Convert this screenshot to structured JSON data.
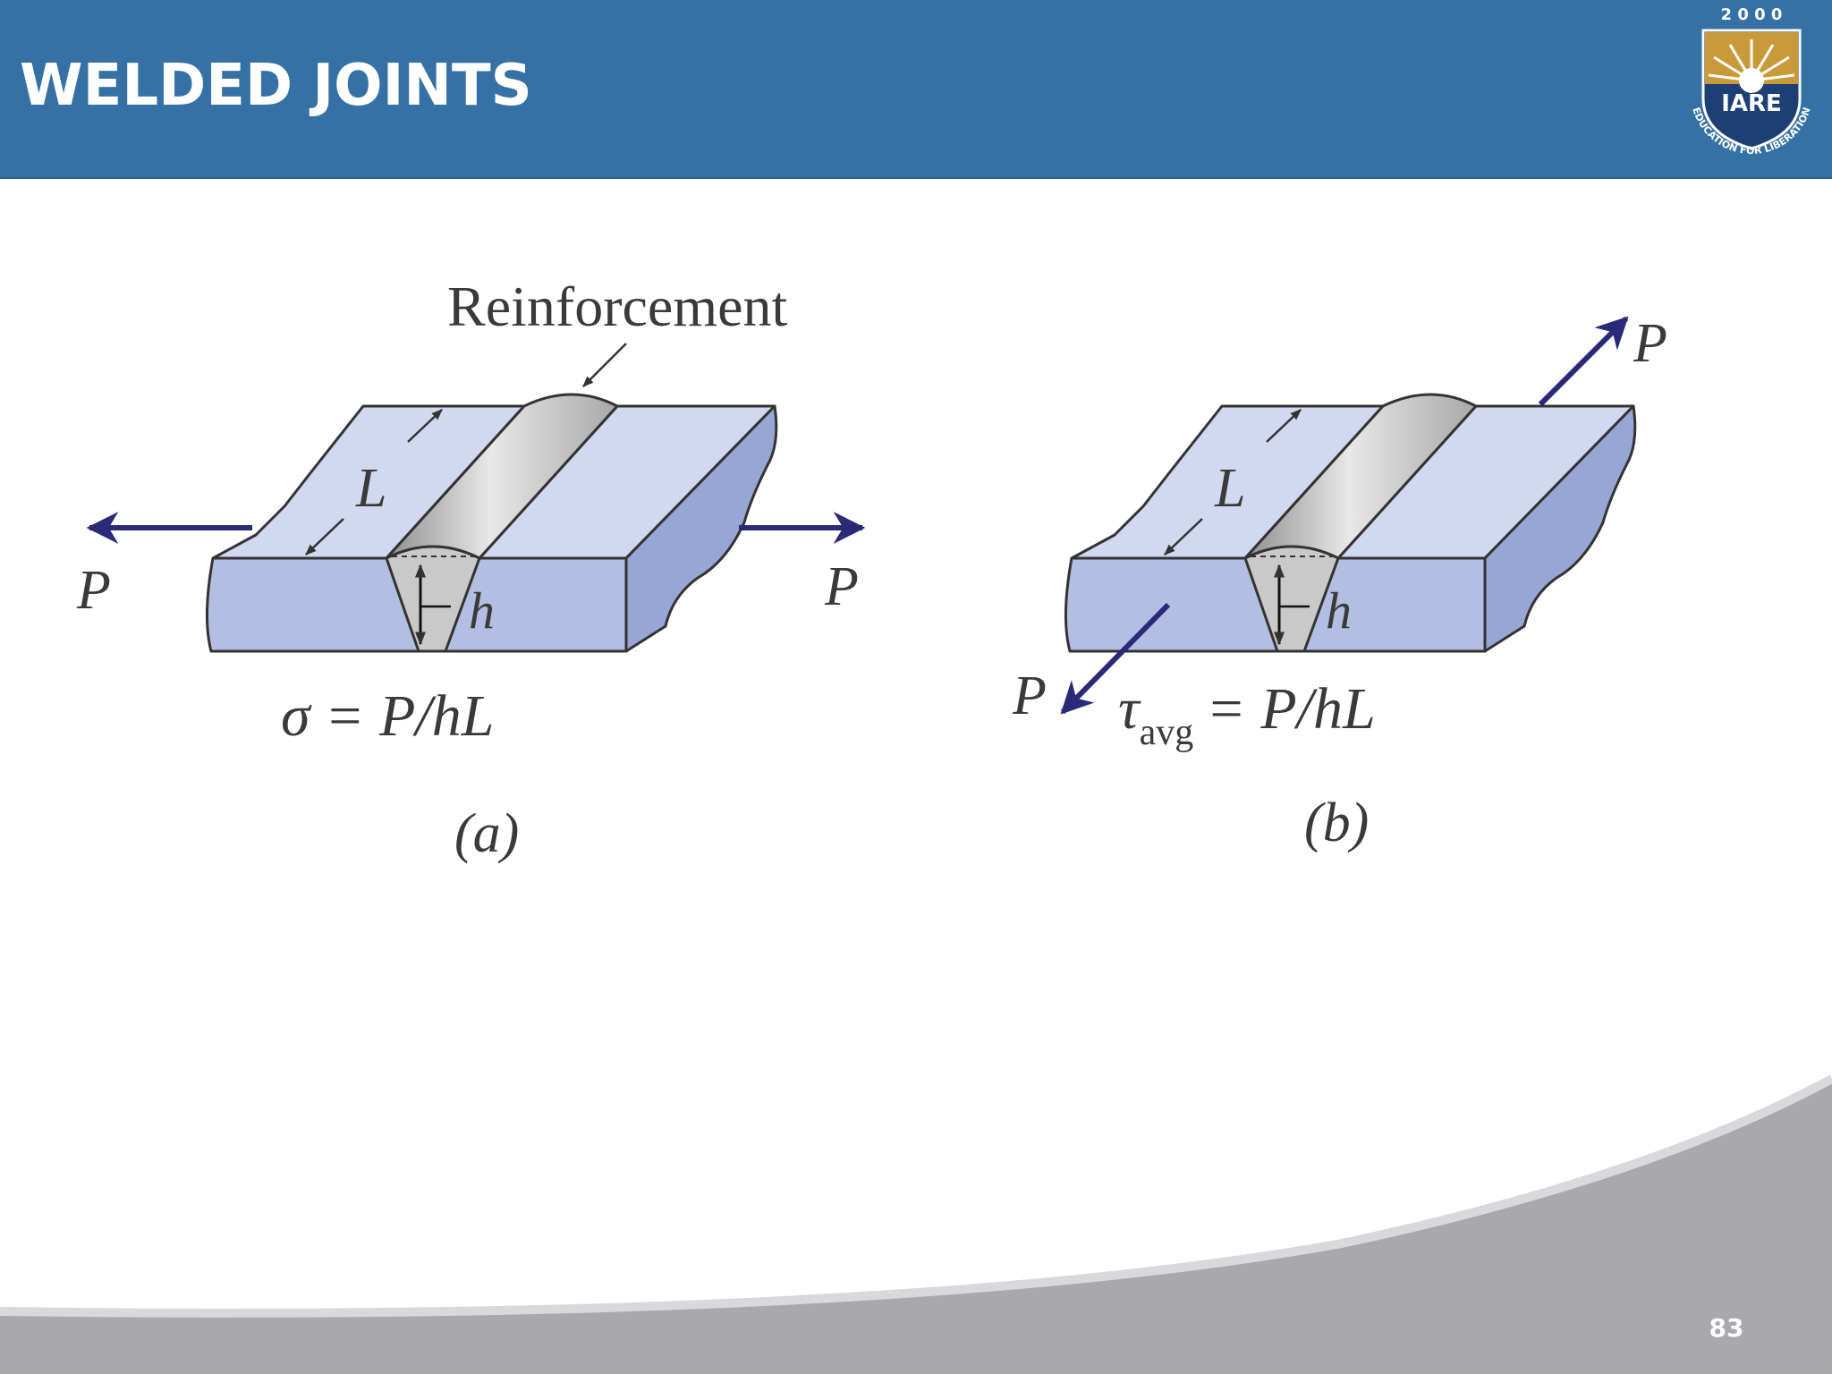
{
  "header": {
    "title": "WELDED JOINTS"
  },
  "logo": {
    "year": "2 0 0 0",
    "name": "IARE",
    "motto": "EDUCATION FOR LIBERATION",
    "colors": {
      "shield": "#1e3f73",
      "gold": "#c99a3a"
    }
  },
  "figure": {
    "reinforcement_label": "Reinforcement",
    "panel_a": {
      "force_left": "P",
      "force_right": "P",
      "length": "L",
      "height": "h",
      "formula": "σ = P/hL",
      "caption": "(a)"
    },
    "panel_b": {
      "force_top": "P",
      "force_bottom": "P",
      "length": "L",
      "height": "h",
      "formula_symbol": "τ",
      "formula_subscript": "avg",
      "formula_rest": "= P/hL",
      "caption": "(b)"
    },
    "colors": {
      "plate_top": "#d1d8ef",
      "plate_side": "#b3bfe2",
      "plate_right": "#98a6d6",
      "weld": "#c9c9c9",
      "arrow": "#2a2a78"
    }
  },
  "footer": {
    "page_number": "83"
  }
}
